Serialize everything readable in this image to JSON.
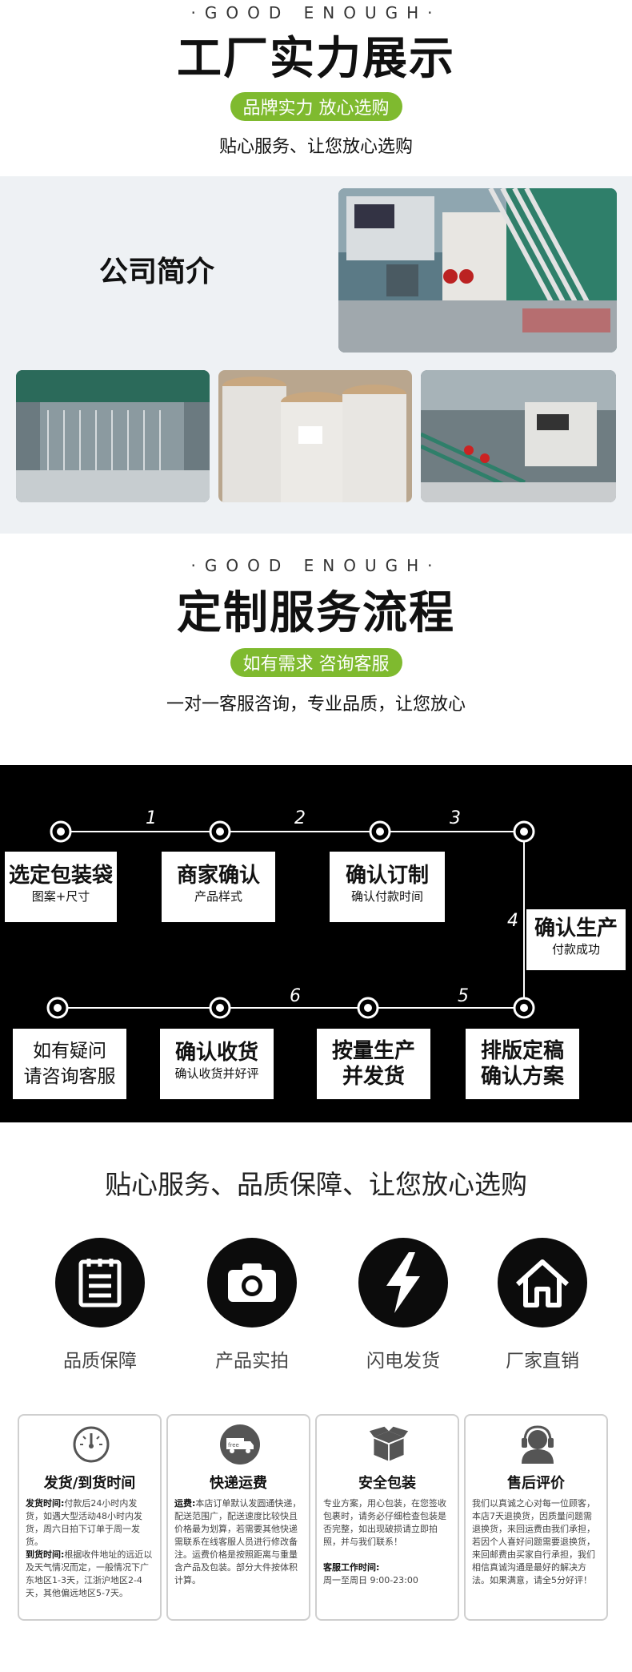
{
  "section1": {
    "tagline": "·GOOD ENOUGH·",
    "title": "工厂实力展示",
    "pill": "品牌实力 放心选购",
    "subtitle": "贴心服务、让您放心选购"
  },
  "company": {
    "title": "公司简介"
  },
  "section2": {
    "tagline": "·GOOD ENOUGH·",
    "title": "定制服务流程",
    "pill": "如有需求 咨询客服",
    "subtitle": "一对一客服咨询，专业品质，让您放心"
  },
  "process": {
    "numbers": [
      "1",
      "2",
      "3",
      "4",
      "5",
      "6"
    ],
    "steps": [
      {
        "title": "选定包装袋",
        "sub": "图案+尺寸"
      },
      {
        "title": "商家确认",
        "sub": "产品样式"
      },
      {
        "title": "确认订制",
        "sub": "确认付款时间"
      },
      {
        "title": "确认生产",
        "sub": "付款成功"
      },
      {
        "title": "排版定稿",
        "title2": "确认方案"
      },
      {
        "title": "按量生产",
        "title2": "并发货"
      },
      {
        "title": "确认收货",
        "sub": "确认收货并好评"
      },
      {
        "title": "如有疑问",
        "title2": "请咨询客服"
      }
    ]
  },
  "features": {
    "heading": "贴心服务、品质保障、让您放心选购",
    "items": [
      {
        "label": "品质保障",
        "icon": "document-icon"
      },
      {
        "label": "产品实拍",
        "icon": "camera-icon"
      },
      {
        "label": "闪电发货",
        "icon": "lightning-icon"
      },
      {
        "label": "厂家直销",
        "icon": "home-icon"
      }
    ]
  },
  "cards": [
    {
      "title": "发货/到货时间",
      "icon": "gauge-icon",
      "p1_label": "发货时间:",
      "p1": "付款后24小时内发货，如遇大型活动48小时内发货，周六日拍下订单于周一发货。",
      "p2_label": "到货时间:",
      "p2": "根据收件地址的远近以及天气情况而定，一般情况下广东地区1-3天，江浙沪地区2-4天，其他偏远地区5-7天。"
    },
    {
      "title": "快递运费",
      "icon": "free-truck-icon",
      "p1_label": "运费:",
      "p1": "本店订单默认发圆通快递，配送范围广，配送速度比较快且价格最为划算，若需要其他快递需联系在线客服人员进行修改备注。运费价格是按照距离与重量含产品及包装。部分大件按体积计算。"
    },
    {
      "title": "安全包装",
      "icon": "box-icon",
      "p1": "专业方案，用心包装，在您签收包裹时，请务必仔细检查包装是否完整，如出现破损请立即拍照，并与我们联系！",
      "p2_label": "客服工作时间:",
      "p2": "周一至周日 9:00-23:00"
    },
    {
      "title": "售后评价",
      "icon": "headset-icon",
      "p1": "我们以真诚之心对每一位顾客，本店7天退换货，因质量问题需退换货，来回运费由我们承担，若因个人喜好问题需要退换货，来回邮费由买家自行承担，我们相信真诚沟通是最好的解决方法。如果满意，请全5分好评！"
    }
  ],
  "colors": {
    "accent_green": "#7fba2f",
    "process_bg": "#000000"
  }
}
